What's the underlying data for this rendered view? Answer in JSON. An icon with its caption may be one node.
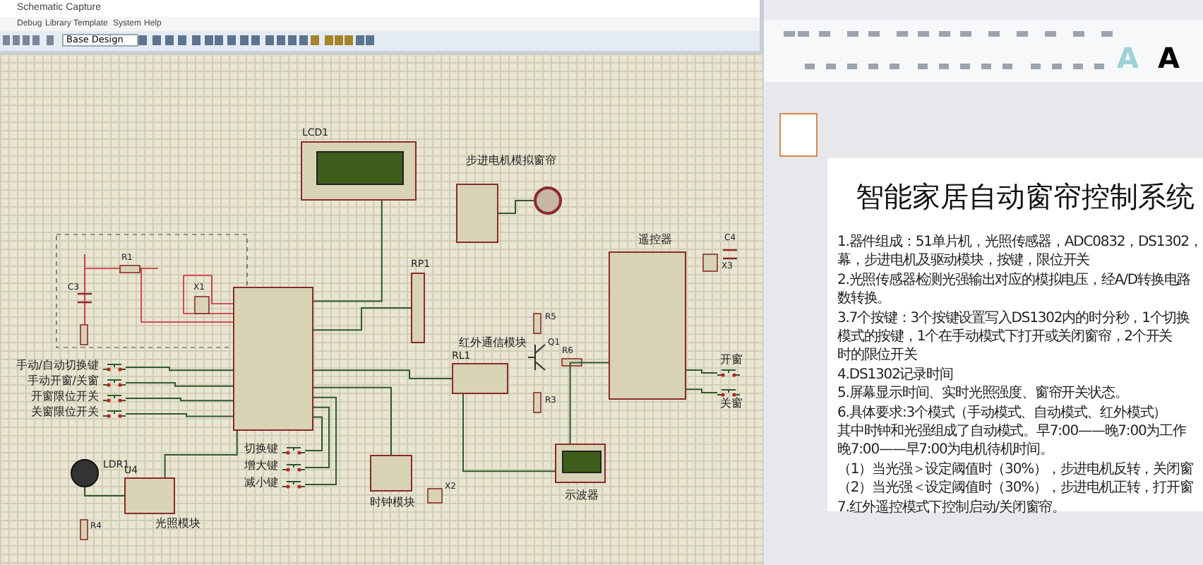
{
  "diagram": {
    "title": "智能家居自动窗帘控制系统",
    "nodes": [
      {
        "text": [],
        "shape": "box",
        "beside": [
          "LCD1"
        ]
      },
      {
        "text": [],
        "shape": "box"
      },
      {
        "text": [],
        "shape": "box",
        "beside": [
          "RP1"
        ]
      },
      {
        "text": [],
        "shape": "box",
        "beside": [
          "步进电机模拟窗帘"
        ]
      },
      {
        "text": [],
        "shape": "circle"
      },
      {
        "text": [],
        "shape": "box",
        "beside": [
          "遥控器"
        ]
      },
      {
        "text": [],
        "shape": "box",
        "beside": [
          "红外通信模块",
          "RL1"
        ]
      },
      {
        "text": [],
        "shape": "box",
        "beside": [
          "示波器"
        ]
      },
      {
        "text": [],
        "shape": "box",
        "beside": [
          "U4",
          "光照模块"
        ]
      },
      {
        "text": [],
        "shape": "box",
        "beside": [
          "时钟模块"
        ]
      },
      {
        "text": [],
        "shape": "circle",
        "beside": [
          "LDR1"
        ]
      },
      {
        "text": [],
        "shape": "switch",
        "beside": [
          "手动/自动切换键"
        ]
      },
      {
        "text": [],
        "shape": "switch",
        "beside": [
          "手动开窗/关窗"
        ]
      },
      {
        "text": [],
        "shape": "switch",
        "beside": [
          "开窗限位开关"
        ]
      },
      {
        "text": [],
        "shape": "switch",
        "beside": [
          "关窗限位开关"
        ]
      },
      {
        "text": [],
        "shape": "switch",
        "beside": [
          "切换键"
        ]
      },
      {
        "text": [],
        "shape": "switch",
        "beside": [
          "增大键"
        ]
      },
      {
        "text": [],
        "shape": "switch",
        "beside": [
          "减小键"
        ]
      },
      {
        "text": [],
        "shape": "switch",
        "beside": [
          "开窗"
        ]
      },
      {
        "text": [],
        "shape": "switch",
        "beside": [
          "关窗"
        ]
      }
    ],
    "edges": [
      {
        "from": 0,
        "to": 1,
        "arrow": "none"
      },
      {
        "from": 2,
        "to": 1,
        "arrow": "none"
      },
      {
        "from": 3,
        "to": 4,
        "arrow": "none"
      },
      {
        "from": 11,
        "to": 1,
        "arrow": "none"
      },
      {
        "from": 12,
        "to": 1,
        "arrow": "none"
      },
      {
        "from": 13,
        "to": 1,
        "arrow": "none"
      },
      {
        "from": 14,
        "to": 1,
        "arrow": "none"
      },
      {
        "from": 15,
        "to": 1,
        "arrow": "none"
      },
      {
        "from": 16,
        "to": 1,
        "arrow": "none"
      },
      {
        "from": 17,
        "to": 1,
        "arrow": "none"
      },
      {
        "from": 8,
        "to": 1,
        "arrow": "none"
      },
      {
        "from": 9,
        "to": 1,
        "arrow": "none"
      },
      {
        "from": 10,
        "to": 8,
        "arrow": "none"
      },
      {
        "from": 6,
        "to": 1,
        "arrow": "none"
      },
      {
        "from": 6,
        "to": 7,
        "arrow": "none"
      },
      {
        "from": 5,
        "to": 7,
        "arrow": "none"
      },
      {
        "from": 18,
        "to": 5,
        "arrow": "none"
      },
      {
        "from": 19,
        "to": 5,
        "arrow": "none"
      }
    ],
    "labels": [
      "Schematic Capture",
      "Debug",
      "Library",
      "Template",
      "System",
      "Help",
      "Base Design",
      "C3",
      "R1",
      "X1",
      "R4",
      "C4",
      "X3",
      "R5",
      "Q1",
      "R6",
      "R3",
      "X2",
      "1.器件组成：51单片机，光照传感器，ADC0832，DS1302，",
      "幕，步进电机及驱动模块，按键，限位开关",
      "2.光照传感器检测光强输出对应的模拟电压，经A/D转换电路",
      "数转换。",
      "3.7个按键：3个按键设置写入DS1302内的时分秒，1个切换",
      "模式的按键，1个在手动模式下打开或关闭窗帘，2个开关",
      "时的限位开关",
      "4.DS1302记录时间",
      "5.屏幕显示时间、实时光照强度、窗帘开关状态。",
      "6.具体要求:3个模式（手动模式、自动模式、红外模式）",
      "其中时钟和光强组成了自动模式。早7:00——晚7:00为工作",
      "晚7:00——早7:00为电机待机时间。",
      "（1）当光强＞设定阈值时（30%），步进电机反转，关闭窗",
      "（2）当光强＜设定阈值时（30%），步进电机正转，打开窗",
      "7.红外遥控模式下控制启动/关闭窗帘。",
      "A",
      "A"
    ]
  }
}
